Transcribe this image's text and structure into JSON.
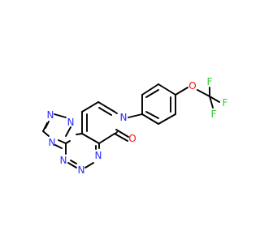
{
  "molecule": {
    "bond_color": "#000000",
    "atoms": [
      {
        "id": "n_pyr",
        "label": "N",
        "color": "#2a2aff"
      },
      {
        "id": "o_carbonyl",
        "label": "O",
        "color": "#ff0d0d"
      },
      {
        "id": "n_tr1",
        "label": "N",
        "color": "#2a2aff"
      },
      {
        "id": "n_tr2",
        "label": "N",
        "color": "#2a2aff"
      },
      {
        "id": "n_tr3",
        "label": "N",
        "color": "#2a2aff"
      },
      {
        "id": "n_tz1",
        "label": "N",
        "color": "#2a2aff"
      },
      {
        "id": "n_tz2",
        "label": "N",
        "color": "#2a2aff"
      },
      {
        "id": "n_tz3",
        "label": "N",
        "color": "#2a2aff"
      },
      {
        "id": "o_ether",
        "label": "O",
        "color": "#ff0d0d"
      },
      {
        "id": "f1",
        "label": "F",
        "color": "#33cc33"
      },
      {
        "id": "f2",
        "label": "F",
        "color": "#33cc33"
      },
      {
        "id": "f3",
        "label": "F",
        "color": "#33cc33"
      }
    ]
  }
}
